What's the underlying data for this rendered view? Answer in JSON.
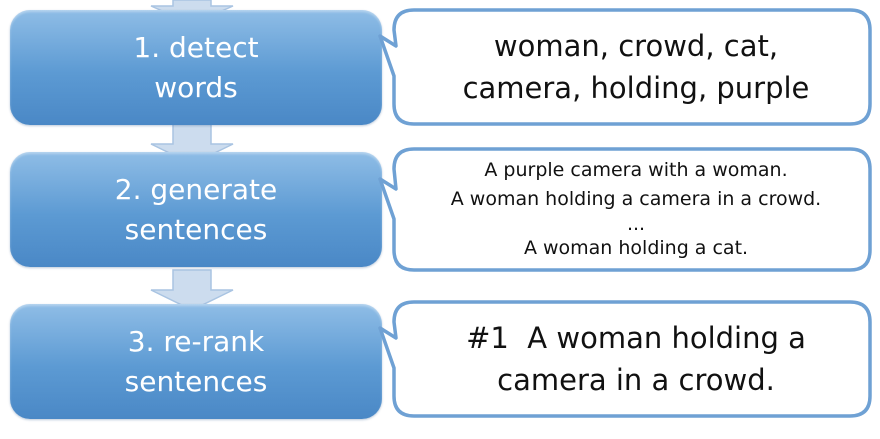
{
  "steps": [
    {
      "line1": "1. detect",
      "line2": "words"
    },
    {
      "line1": "2. generate",
      "line2": "sentences"
    },
    {
      "line1": "3. re-rank",
      "line2": "sentences"
    }
  ],
  "callouts": {
    "words": {
      "line1": "woman, crowd, cat,",
      "line2": "camera, holding, purple"
    },
    "sentences": {
      "s1": "A purple camera with a woman.",
      "s2": "A woman holding a camera in a crowd.",
      "ellipsis": "...",
      "s3": "A woman holding a cat."
    },
    "ranked": {
      "line1": "#1  A woman holding a",
      "line2": "camera in a crowd."
    }
  },
  "colors": {
    "step_fill": "#5c9ad3",
    "arrow_fill": "#ccdcee",
    "callout_border": "#6fa1d4"
  }
}
